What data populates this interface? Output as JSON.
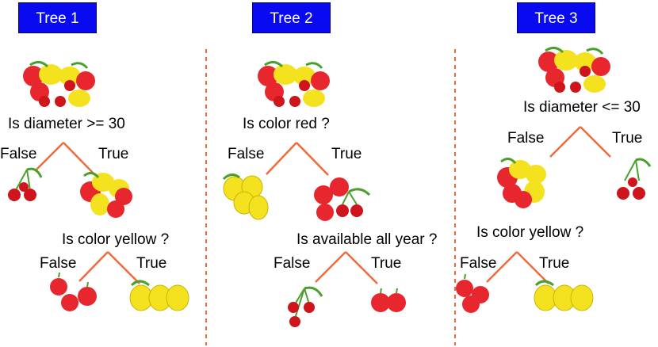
{
  "colors": {
    "header_bg": "#0a0af0",
    "header_text": "#ffffff",
    "edge": "#f06a3c",
    "divider": "#f06a3c",
    "cherry": "#d0141c",
    "apple": "#e8262e",
    "lemon": "#f5e21e",
    "leaf": "#4aa02c"
  },
  "trees": [
    {
      "title": "Tree 1",
      "root_question": "Is diameter >= 30",
      "root_false": "False",
      "root_true": "True",
      "sub_question": "Is color yellow ?",
      "sub_false": "False",
      "sub_true": "True",
      "images": [
        "mixed-fruit-icon",
        "cherries-icon",
        "apples-and-lemons-icon",
        "apples-icon",
        "lemons-icon"
      ]
    },
    {
      "title": "Tree 2",
      "root_question": "Is color red ?",
      "root_false": "False",
      "root_true": "True",
      "sub_question": "Is available all year ?",
      "sub_false": "False",
      "sub_true": "True",
      "images": [
        "mixed-fruit-icon",
        "lemons-icon",
        "apples-and-cherries-icon",
        "cherries-icon",
        "apples-icon"
      ]
    },
    {
      "title": "Tree 3",
      "root_question": "Is diameter <= 30",
      "root_false": "False",
      "root_true": "True",
      "sub_question": "Is color yellow ?",
      "sub_false": "False",
      "sub_true": "True",
      "images": [
        "mixed-fruit-icon",
        "apples-and-lemons-icon",
        "cherries-icon",
        "apples-icon",
        "lemons-icon"
      ]
    }
  ]
}
